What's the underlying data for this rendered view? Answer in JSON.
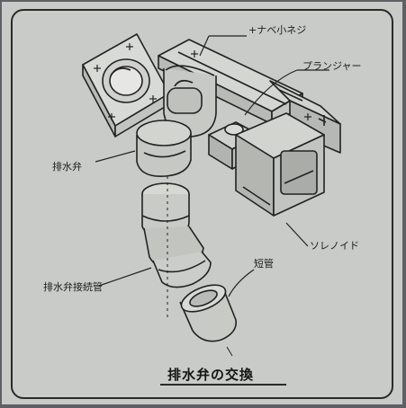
{
  "labels": {
    "screw": "+ナベ小ネジ",
    "plunger": "プランジャー",
    "drain_valve": "排水弁",
    "solenoid": "ソレノイド",
    "short_pipe": "短管",
    "connector_pipe": "排水弁接続管"
  },
  "caption": "排水弁の交換",
  "colors": {
    "paper": "#c9cbc8",
    "ink": "#222222",
    "frame": "#5e6064"
  }
}
